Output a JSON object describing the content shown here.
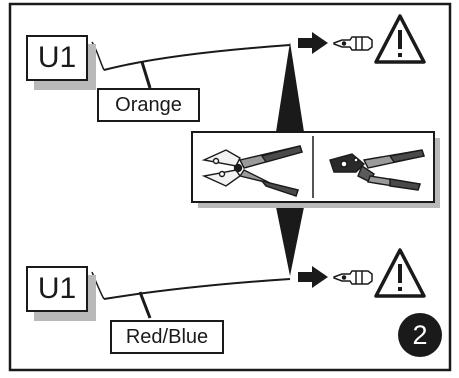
{
  "top": {
    "unit_label": "U1",
    "wire_label": "Orange"
  },
  "bottom": {
    "unit_label": "U1",
    "wire_label": "Red/Blue"
  },
  "step_number": "2",
  "icons": [
    "warning-triangle-icon",
    "crimp-terminal-icon",
    "crimping-pliers-icon",
    "ratchet-crimper-icon",
    "arrow-right-icon"
  ]
}
